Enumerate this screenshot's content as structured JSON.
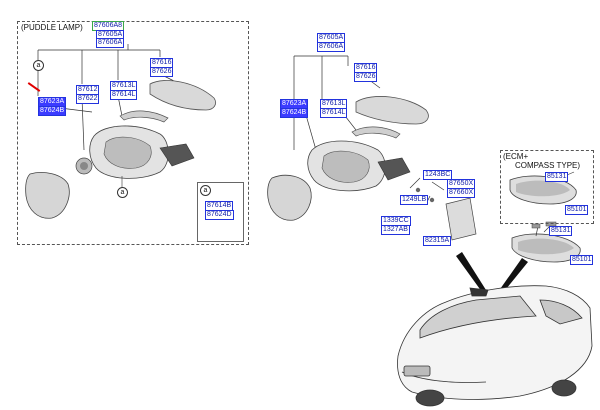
{
  "diagram": {
    "accent_color": "#3b3bff",
    "label_color": "#2233dd",
    "puddle_title": "(PUDDLE LAMP)",
    "ecm_title_1": "(ECM+",
    "ecm_title_2": "COMPASS TYPE)",
    "callout_a": "a",
    "parts_left": {
      "p87606A8": "87606A8",
      "p87605A": "87605A",
      "p87606A": "87606A",
      "p87616": "87616",
      "p87626": "87626",
      "p87612": "87612",
      "p87622": "87622",
      "p87613L": "87613L",
      "p87614L": "87614L",
      "p87623A": "87623A",
      "p87624B": "87624B",
      "p87614B": "87614B",
      "p87624D": "87624D"
    },
    "parts_mid": {
      "p87605A": "87605A",
      "p87606A": "87606A",
      "p87616": "87616",
      "p87626": "87626",
      "p87623A": "87623A",
      "p87624B": "87624B",
      "p87613L": "87613L",
      "p87614L": "87614L",
      "p1243BC": "1243BC",
      "p87650X": "87650X",
      "p87660X": "87660X",
      "p1249LB": "1249LB",
      "p1339CC": "1339CC",
      "p1327AB": "1327AB",
      "p82315A": "82315A"
    },
    "parts_right": {
      "p85131a": "85131",
      "p85101": "85101",
      "p85131b": "85131",
      "p85101b": "85101"
    }
  }
}
